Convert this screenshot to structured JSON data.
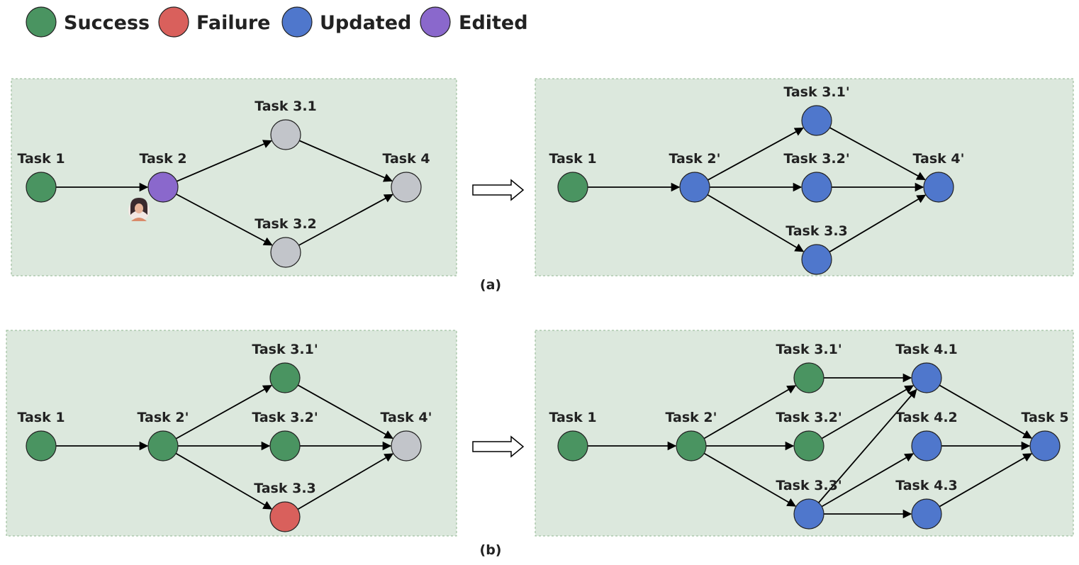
{
  "colors": {
    "success": "#4a9461",
    "failure": "#d9605c",
    "updated": "#4f77cc",
    "edited": "#8a68cc",
    "pending": "#c2c5ca",
    "panel": "#dce8dd"
  },
  "legend": [
    {
      "status": "success",
      "label": "Success"
    },
    {
      "status": "failure",
      "label": "Failure"
    },
    {
      "status": "updated",
      "label": "Updated"
    },
    {
      "status": "edited",
      "label": "Edited"
    }
  ],
  "captions": {
    "a": "(a)",
    "b": "(b)"
  },
  "panels": {
    "a_before": {
      "nodes": [
        {
          "id": "t1",
          "label": "Task 1",
          "status": "success"
        },
        {
          "id": "t2",
          "label": "Task 2",
          "status": "edited"
        },
        {
          "id": "t31",
          "label": "Task 3.1",
          "status": "pending"
        },
        {
          "id": "t32",
          "label": "Task 3.2",
          "status": "pending"
        },
        {
          "id": "t4",
          "label": "Task 4",
          "status": "pending"
        }
      ],
      "edges": [
        [
          "t1",
          "t2"
        ],
        [
          "t2",
          "t31"
        ],
        [
          "t2",
          "t32"
        ],
        [
          "t31",
          "t4"
        ],
        [
          "t32",
          "t4"
        ]
      ]
    },
    "a_after": {
      "nodes": [
        {
          "id": "t1",
          "label": "Task 1",
          "status": "success"
        },
        {
          "id": "t2",
          "label": "Task 2'",
          "status": "updated"
        },
        {
          "id": "t31",
          "label": "Task 3.1'",
          "status": "updated"
        },
        {
          "id": "t32",
          "label": "Task 3.2'",
          "status": "updated"
        },
        {
          "id": "t33",
          "label": "Task 3.3",
          "status": "updated"
        },
        {
          "id": "t4",
          "label": "Task 4'",
          "status": "updated"
        }
      ],
      "edges": [
        [
          "t1",
          "t2"
        ],
        [
          "t2",
          "t31"
        ],
        [
          "t2",
          "t32"
        ],
        [
          "t2",
          "t33"
        ],
        [
          "t31",
          "t4"
        ],
        [
          "t32",
          "t4"
        ],
        [
          "t33",
          "t4"
        ]
      ]
    },
    "b_before": {
      "nodes": [
        {
          "id": "t1",
          "label": "Task 1",
          "status": "success"
        },
        {
          "id": "t2",
          "label": "Task 2'",
          "status": "success"
        },
        {
          "id": "t31",
          "label": "Task 3.1'",
          "status": "success"
        },
        {
          "id": "t32",
          "label": "Task 3.2'",
          "status": "success"
        },
        {
          "id": "t33",
          "label": "Task 3.3",
          "status": "failure"
        },
        {
          "id": "t4",
          "label": "Task 4'",
          "status": "pending"
        }
      ],
      "edges": [
        [
          "t1",
          "t2"
        ],
        [
          "t2",
          "t31"
        ],
        [
          "t2",
          "t32"
        ],
        [
          "t2",
          "t33"
        ],
        [
          "t31",
          "t4"
        ],
        [
          "t32",
          "t4"
        ],
        [
          "t33",
          "t4"
        ]
      ]
    },
    "b_after": {
      "nodes": [
        {
          "id": "t1",
          "label": "Task 1",
          "status": "success"
        },
        {
          "id": "t2",
          "label": "Task 2'",
          "status": "success"
        },
        {
          "id": "t31",
          "label": "Task 3.1'",
          "status": "success"
        },
        {
          "id": "t32",
          "label": "Task 3.2'",
          "status": "success"
        },
        {
          "id": "t33",
          "label": "Task 3.3'",
          "status": "updated"
        },
        {
          "id": "t41",
          "label": "Task 4.1",
          "status": "updated"
        },
        {
          "id": "t42",
          "label": "Task 4.2",
          "status": "updated"
        },
        {
          "id": "t43",
          "label": "Task 4.3",
          "status": "updated"
        },
        {
          "id": "t5",
          "label": "Task 5",
          "status": "updated"
        }
      ],
      "edges": [
        [
          "t1",
          "t2"
        ],
        [
          "t2",
          "t31"
        ],
        [
          "t2",
          "t32"
        ],
        [
          "t2",
          "t33"
        ],
        [
          "t31",
          "t41"
        ],
        [
          "t32",
          "t41"
        ],
        [
          "t33",
          "t41"
        ],
        [
          "t33",
          "t42"
        ],
        [
          "t33",
          "t43"
        ],
        [
          "t41",
          "t5"
        ],
        [
          "t42",
          "t5"
        ],
        [
          "t43",
          "t5"
        ]
      ]
    }
  }
}
